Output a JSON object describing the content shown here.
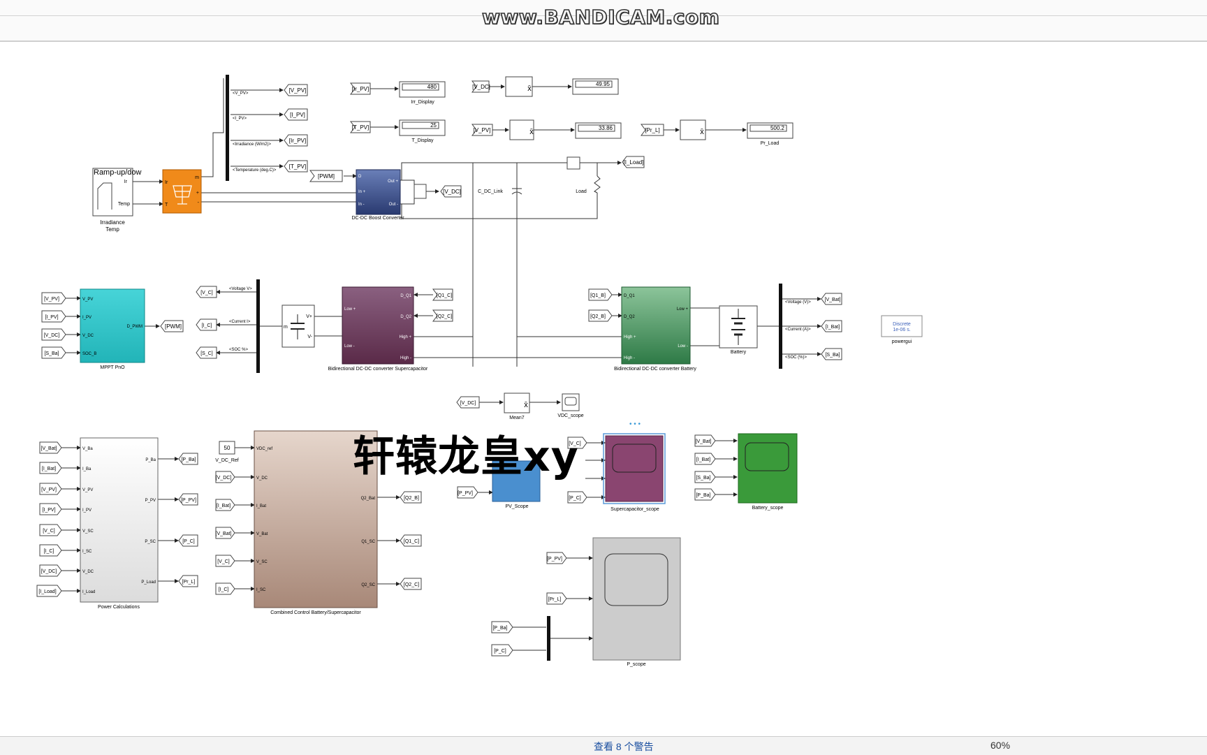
{
  "watermark": "www.BANDICAM.com",
  "overlay_text": "轩辕龙皇xy",
  "status": {
    "warnings": "查看 8 个警告",
    "zoom": "60%"
  },
  "colors": {
    "pv": "#f08a1a",
    "boost": "#3c4f8a",
    "mppt": "#35c8cc",
    "sc": "#7a4060",
    "bat": "#3e8c58",
    "power": "#eeeeee",
    "control": "#d9c1b4",
    "pvscope": "#4a8fcf",
    "scscope": "#8a4570",
    "batscope": "#3a9a3a",
    "pscope": "#cccccc"
  },
  "labels": {
    "ramp_title": "Ramp-up/dow",
    "ramp_ir": "Ir",
    "ramp_temp": "Temp",
    "ramp_cap1": "Irradiance",
    "ramp_cap2": "Temp",
    "pv_in_ir": "Ir",
    "pv_in_t": "T",
    "pv_out_m": "m",
    "pv_out_p": "+",
    "pv_out_n": "-",
    "bus_vpv": "<V_PV>",
    "bus_ipv": "<I_PV>",
    "bus_irr": "<Irradiance (W/m2)>",
    "bus_temp": "<Temperature (deg.C)>",
    "gt_vpv": "[V_PV]",
    "gt_ipv": "[I_PV]",
    "gt_irpv": "[Ir_PV]",
    "gt_tpv": "[T_PV]",
    "fr_irpv": "[Ir_PV]",
    "disp_ir": "480",
    "cap_ir": "Irr_Display",
    "fr_tpv": "[T_PV]",
    "disp_t": "25",
    "cap_t": "T_Display",
    "fr_vdc1": "[V_DC]",
    "disp_vdc": "49.95",
    "fr_vpv2": "[V_PV]",
    "disp_vpv": "33.86",
    "fr_prl": "[Pr_L]",
    "disp_prl": "500.2",
    "cap_prl": "Pr_Load",
    "fr_pwm": "[PWM]",
    "boost_d": "D",
    "boost_inp": "In +",
    "boost_inn": "In -",
    "boost_outp": "Out +",
    "boost_outn": "Out -",
    "cap_boost": "DC-DC Boost Converter",
    "gt_vdc": "[V_DC]",
    "cap_cdc": "C_DC_Link",
    "cap_load": "Load",
    "gt_iload": "[I_Load]",
    "mppt_in1": "[V_PV]",
    "mppt_in2": "[I_PV]",
    "mppt_in3": "[V_DC]",
    "mppt_in4": "[S_Ba]",
    "mppt_p1": "V_PV",
    "mppt_p2": "I_PV",
    "mppt_p3": "V_DC",
    "mppt_p4": "SOC_B",
    "mppt_out": "D_PWM",
    "gt_pwm": "[PWM]",
    "cap_mppt": "MPPT PnO",
    "sc_gt1": "[V_C]",
    "sc_gt2": "[I_C]",
    "sc_gt3": "[S_C]",
    "sc_bus1": "<Voltage V>",
    "sc_bus2": "<Current I>",
    "sc_bus3": "<SOC %>",
    "sc_dev_vp": "V+",
    "sc_dev_vn": "V-",
    "sc_dev_m": "m",
    "scc_lowp": "Low +",
    "scc_lown": "Low -",
    "scc_d1": "D_Q1",
    "scc_d2": "D_Q2",
    "scc_highp": "High +",
    "scc_highn": "High -",
    "scc_fr1": "[Q1_C]",
    "scc_fr2": "[Q2_C]",
    "cap_scc": "Bidirectional DC-DC converter Supercapacitor",
    "bc_fr1": "[Q1_B]",
    "bc_fr2": "[Q2_B]",
    "bc_d1": "D_Q1",
    "bc_d2": "D_Q2",
    "bc_highp": "High +",
    "bc_highn": "High -",
    "bc_lowp": "Low +",
    "bc_lown": "Low -",
    "cap_bc": "Bidirectional DC-DC converter Battery",
    "cap_bat": "Battery",
    "bat_bus1": "<Voltage (V)>",
    "bat_bus2": "<Current (A)>",
    "bat_bus3": "<SOC (%)>",
    "bat_gt1": "[V_Bat]",
    "bat_gt2": "[I_Bat]",
    "bat_gt3": "[S_Ba]",
    "pg_1": "Discrete",
    "pg_2": "1e-06 s.",
    "cap_pg": "powergui",
    "fr_vdc3": "[V_DC]",
    "cap_mean": "Mean7",
    "cap_vdcscope": "VDC_scope",
    "pc_in1": "[V_Bat]",
    "pc_in2": "[I_Bat]",
    "pc_in3": "[V_PV]",
    "pc_in4": "[I_PV]",
    "pc_in5": "[V_C]",
    "pc_in6": "[I_C]",
    "pc_in7": "[V_DC]",
    "pc_in8": "[I_Load]",
    "pc_p1": "V_Ba",
    "pc_p2": "I_Ba",
    "pc_p3": "V_PV",
    "pc_p4": "I_PV",
    "pc_p5": "V_SC",
    "pc_p6": "I_SC",
    "pc_p7": "V_DC",
    "pc_p8": "I_Load",
    "pc_o1": "P_Ba",
    "pc_o2": "P_PV",
    "pc_o3": "P_SC",
    "pc_o4": "P_Load",
    "pc_gt1": "[P_Ba]",
    "pc_gt2": "[P_PV]",
    "pc_gt3": "[P_C]",
    "pc_gt4": "[Pr_L]",
    "cap_pc": "Power Calculations",
    "cc_const": "50",
    "cap_vdcref": "V_DC_Ref",
    "cc_in2": "[V_DC]",
    "cc_in3": "[I_Bat]",
    "cc_in4": "[V_Bat]",
    "cc_in5": "[V_C]",
    "cc_in6": "[I_C]",
    "cc_p1": "VDC_ref",
    "cc_p2": "V_DC",
    "cc_p3": "I_Bat",
    "cc_p4": "V_Bat",
    "cc_p5": "V_SC",
    "cc_p6": "I_SC",
    "cc_o1": "Q2_Bat",
    "cc_o2": "Q1_SC",
    "cc_o3": "Q2_SC",
    "cc_gt1": "[Q2_B]",
    "cc_gt2": "[Q1_C]",
    "cc_gt3": "[Q2_C]",
    "cap_cc": "Combined Control Battery/Supercapacitor",
    "pvs_in1": "[P_PV]",
    "cap_pvs": "PV_Scope",
    "scs_in1": "[V_C]",
    "scs_in3": "[P_C]",
    "cap_scs": "Supercapacitor_scope",
    "bs_in1": "[V_Bat]",
    "bs_in2": "[I_Bat]",
    "bs_in3": "[S_Ba]",
    "bs_in4": "[P_Ba]",
    "cap_bs": "Battery_scope",
    "ps_in1": "[P_PV]",
    "ps_in2": "[Pr_L]",
    "ps_in3": "[P_Ba]",
    "ps_in4": "[P_C]",
    "cap_ps": "P_scope",
    "dots": "• • •"
  }
}
